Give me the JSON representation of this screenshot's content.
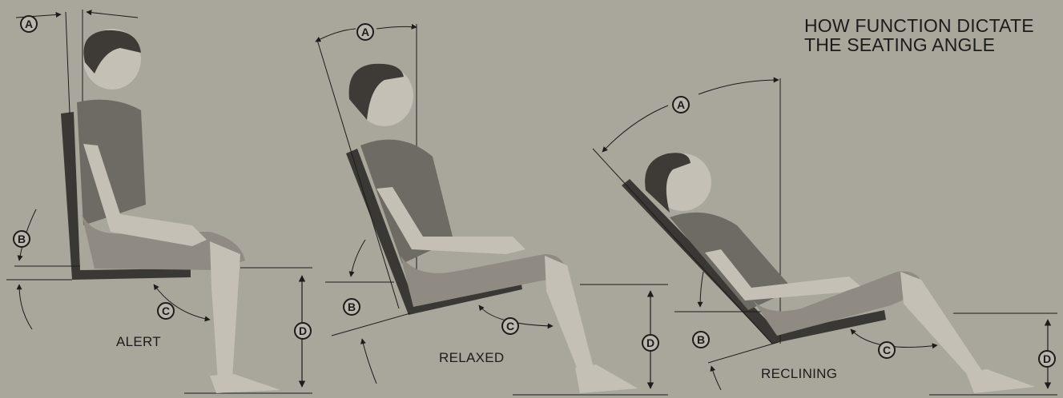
{
  "title": {
    "line1": "HOW FUNCTION DICTATE",
    "line2": "THE SEATING ANGLE"
  },
  "figures": [
    {
      "label": "ALERT"
    },
    {
      "label": "RELAXED"
    },
    {
      "label": "RECLINING"
    }
  ],
  "callouts": {
    "a": "A",
    "b": "B",
    "c": "C",
    "d": "D"
  },
  "colors": {
    "background": "#a9a69c",
    "ink": "#1c1c1a",
    "seat": "#3a3834",
    "shirt": "#6e6b64",
    "skin": "#c4c0b6"
  }
}
